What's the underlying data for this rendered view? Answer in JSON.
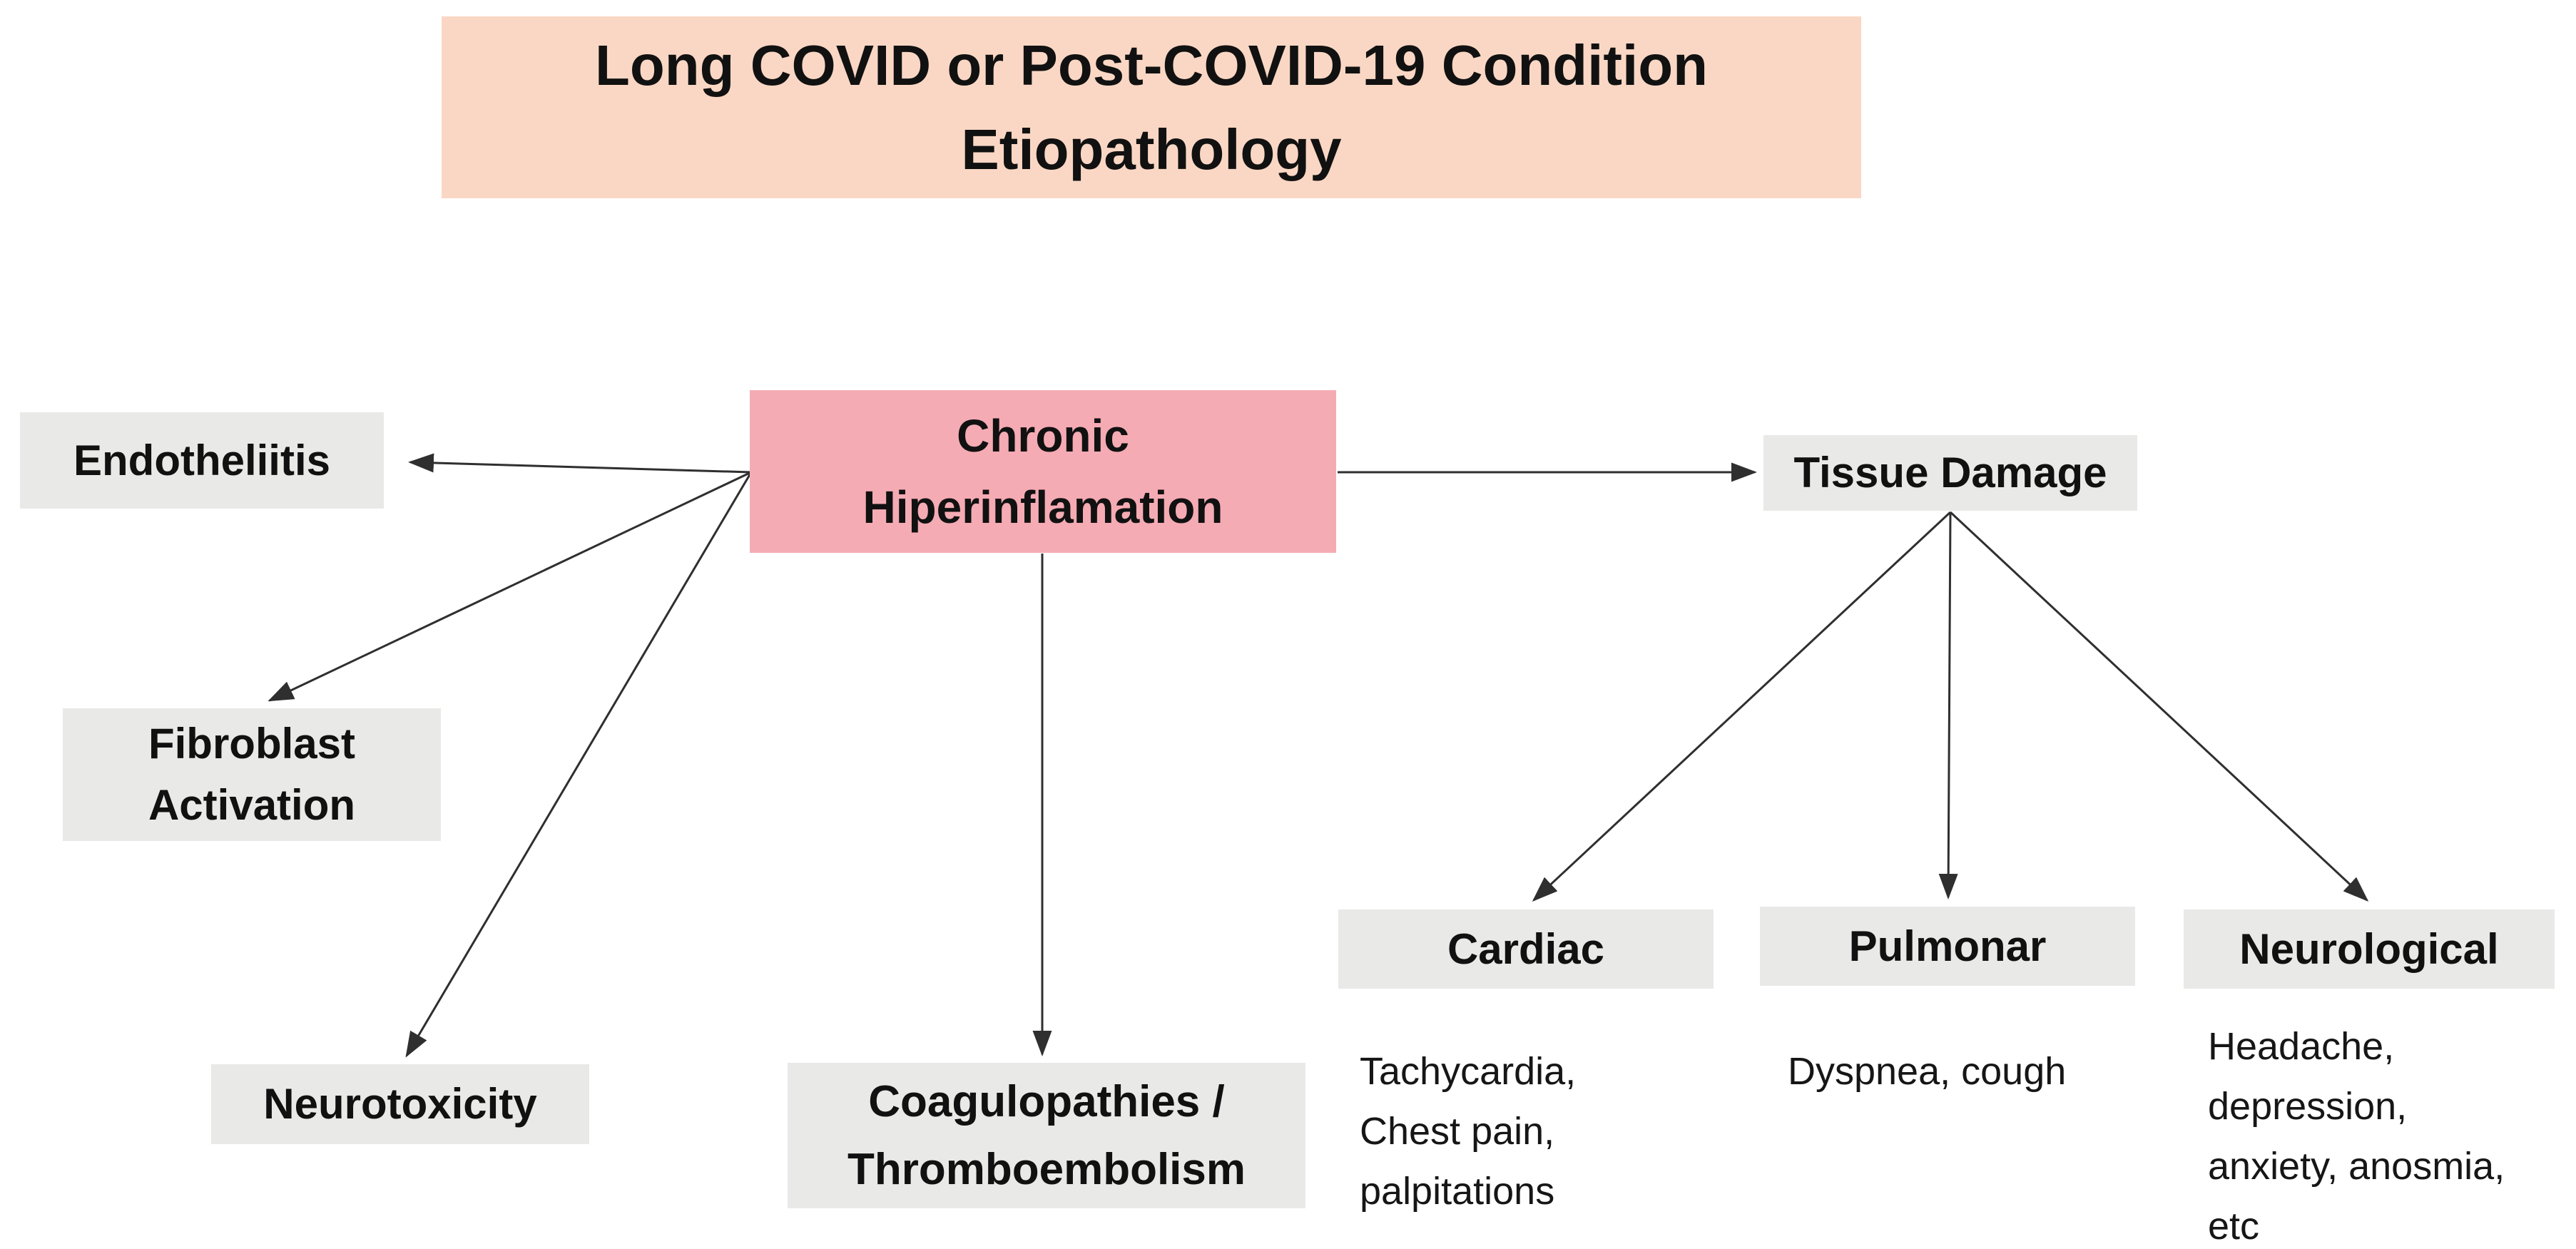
{
  "title": {
    "line1": "Long COVID or Post-COVID-19 Condition",
    "line2": "Etiopathology"
  },
  "nodes": {
    "center": {
      "line1": "Chronic",
      "line2": "Hiperinflamation"
    },
    "endotheliitis": {
      "label": "Endotheliitis"
    },
    "fibroblast": {
      "line1": "Fibroblast",
      "line2": "Activation"
    },
    "neurotoxicity": {
      "label": "Neurotoxicity"
    },
    "coagulopathies": {
      "line1": "Coagulopathies /",
      "line2": "Thromboembolism"
    },
    "tissue": {
      "label": "Tissue Damage"
    },
    "cardiac": {
      "label": "Cardiac",
      "symptoms": [
        "Tachycardia,",
        "Chest pain,",
        "palpitations"
      ]
    },
    "pulmonar": {
      "label": "Pulmonar",
      "symptoms": [
        "Dyspnea, cough"
      ]
    },
    "neurological": {
      "label": "Neurological",
      "symptoms": [
        "Headache,",
        "depression,",
        "anxiety, anosmia,",
        "etc"
      ]
    }
  },
  "colors": {
    "title_bg": "#FAD7C4",
    "center_bg": "#F5ABB4",
    "node_bg": "#E9E9E7",
    "arrow": "#2F2F2F",
    "text": "#111111"
  }
}
